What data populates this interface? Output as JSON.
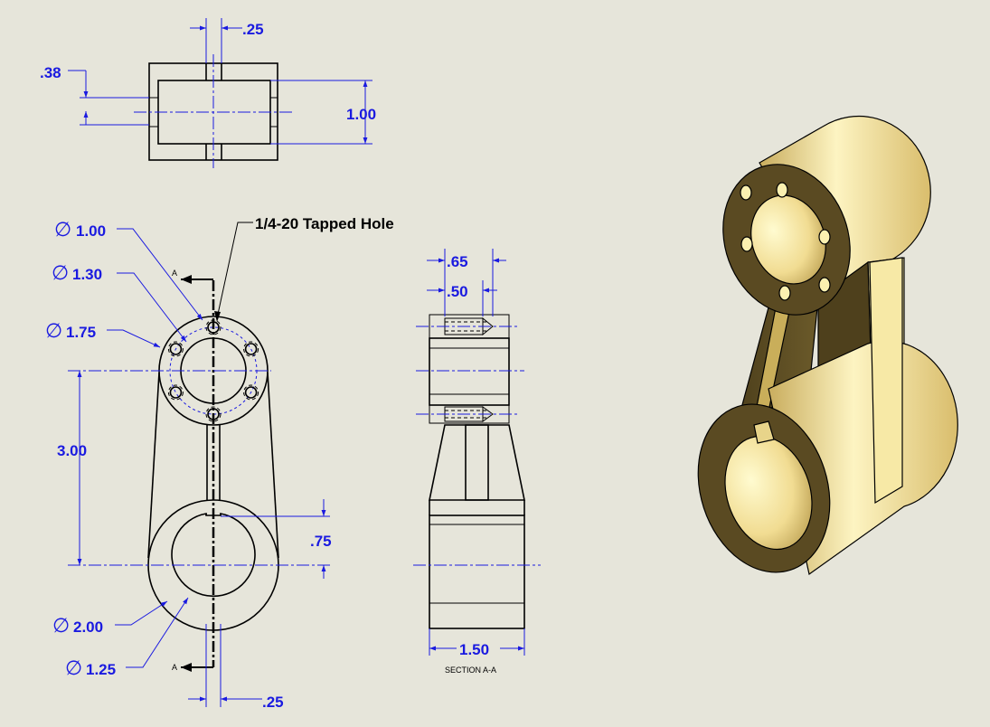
{
  "dimensions": {
    "top_slot_width": ".25",
    "top_offset": ".38",
    "top_height": "1.00",
    "dia_1": "1.00",
    "dia_2": "1.30",
    "dia_3": "1.75",
    "dia_4": "2.00",
    "dia_5": "1.25",
    "center_distance": "3.00",
    "keyway": ".75",
    "bottom_slot_width": ".25",
    "section_depth_1": ".65",
    "section_depth_2": ".50",
    "section_width": "1.50"
  },
  "notes": {
    "tapped_hole": "1/4-20 Tapped Hole",
    "section_label": "SECTION A-A",
    "cut_label_top": "A",
    "cut_label_bottom": "A"
  },
  "symbols": {
    "diameter": "∅"
  },
  "colors": {
    "background": "#e6e5da",
    "dimension": "#1a1ae0",
    "part_light": "#fbf0b0",
    "part_mid": "#e8cf7a",
    "part_dark": "#5a4a22"
  }
}
